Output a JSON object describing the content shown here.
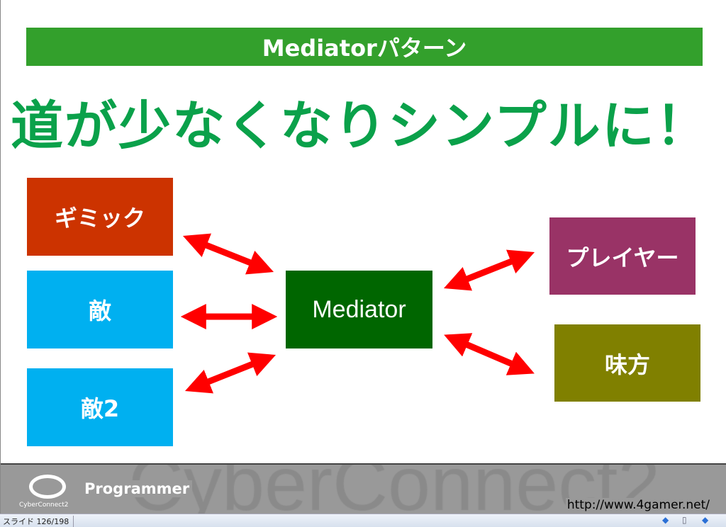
{
  "slide": {
    "title": "Mediatorパターン",
    "headline": "道が少なくなりシンプルに！",
    "boxes": {
      "gimmick": {
        "label": "ギミック",
        "color": "#cc3300"
      },
      "enemy": {
        "label": "敵",
        "color": "#00b0f0"
      },
      "enemy2": {
        "label": "敵2",
        "color": "#00b0f0"
      },
      "mediator": {
        "label": "Mediator",
        "color": "#006600"
      },
      "player": {
        "label": "プレイヤー",
        "color": "#993366"
      },
      "ally": {
        "label": "味方",
        "color": "#808000"
      }
    },
    "arrow_color": "#ff0000"
  },
  "footer": {
    "watermark": "CyberConnect2",
    "logo_text": "CyberConnect2",
    "role": "Programmer",
    "url": "http://www.4gamer.net/"
  },
  "statusbar": {
    "slide_counter": "スライド 126/198",
    "prev_icon": "◆",
    "notes_icon": "▯",
    "next_icon": "◆"
  }
}
